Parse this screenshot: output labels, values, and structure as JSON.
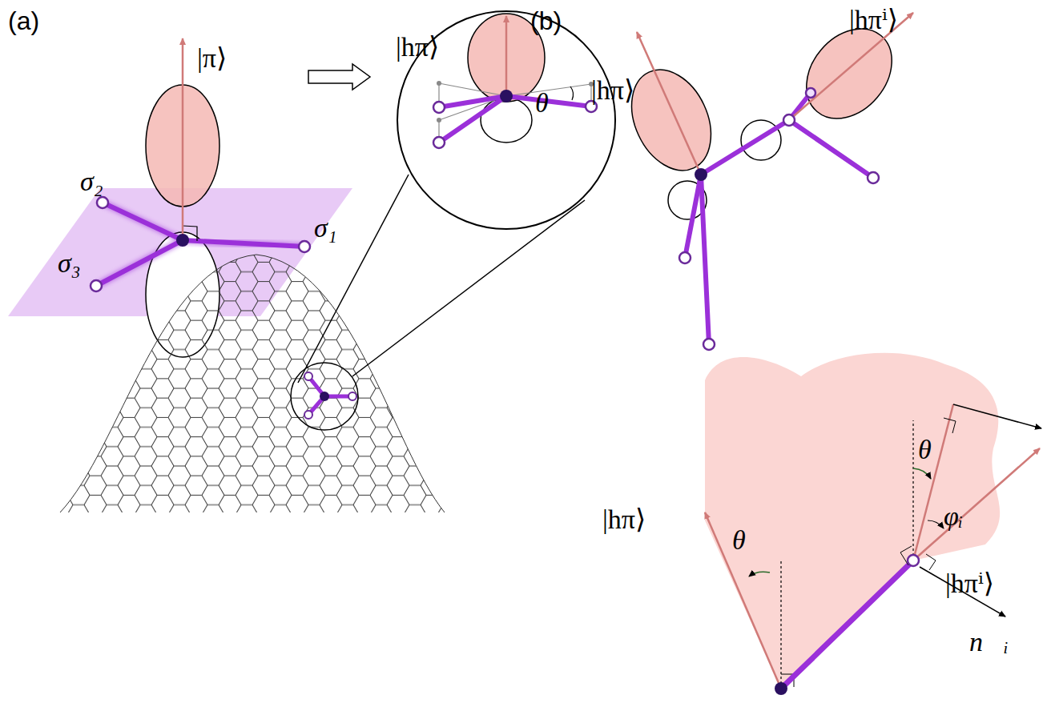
{
  "diagram": {
    "labels": [
      "(a)",
      "|π⟩",
      "σ₂",
      "σ₁",
      "σ₃",
      "|hπ⟩",
      "θ",
      "(b)",
      "|hπ⟩",
      "|hπⁱ⟩",
      "|hπ⟩",
      "θ",
      "θ",
      "φᵢ",
      "|hπⁱ⟩",
      "n⃗ᵢ"
    ]
  }
}
